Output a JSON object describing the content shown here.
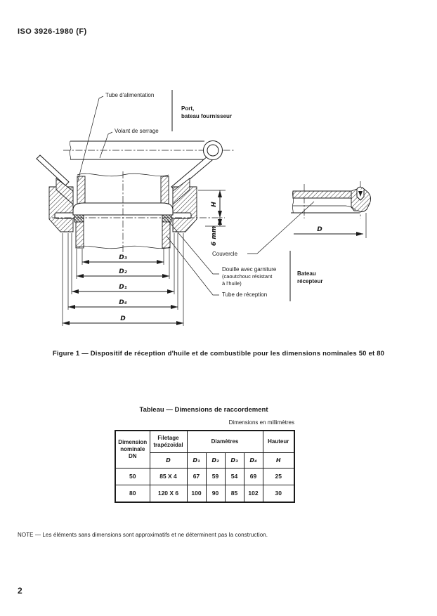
{
  "page": {
    "header": "ISO 3926-1980 (F)",
    "page_number": "2",
    "note": "NOTE — Les éléments sans dimensions sont approximatifs et ne déterminent pas la construction."
  },
  "colors": {
    "ink": "#1a1a1a",
    "paper": "#ffffff"
  },
  "figure": {
    "caption": "Figure 1 — Dispositif de réception d'huile et de combustible pour les dimensions nominales 50 et 80",
    "labels": {
      "tube_alimentation": "Tube d'alimentation",
      "volant_de_serrage": "Volant de serrage",
      "port_line1": "Port,",
      "port_line2": "bateau fournisseur",
      "couvercle": "Couvercle",
      "douille_line1": "Douille avec garniture",
      "douille_line2": "(caoutchouc résistant",
      "douille_line3": "à l'huile)",
      "tube_reception": "Tube de réception",
      "bateau_line1": "Bateau",
      "bateau_line2": "récepteur"
    },
    "dims": {
      "d3": "D₃",
      "d2": "D₂",
      "d1": "D₁",
      "d4": "D₄",
      "d": "D",
      "h": "H",
      "six_mm": "6 mm",
      "d_detail": "D"
    }
  },
  "table": {
    "title": "Tableau — Dimensions de raccordement",
    "units": "Dimensions en millimètres",
    "headers": {
      "dn_line1": "Dimension",
      "dn_line2": "nominale",
      "dn_line3": "DN",
      "filetage_line1": "Filetage",
      "filetage_line2": "trapézoïdal",
      "filetage_sub": "D",
      "diametres": "Diamètres",
      "d1": "D₁",
      "d2": "D₂",
      "d3": "D₃",
      "d4": "D₄",
      "hauteur": "Hauteur",
      "hauteur_sub": "H"
    },
    "rows": [
      {
        "dn": "50",
        "filetage": "85 X 4",
        "d1": "67",
        "d2": "59",
        "d3": "54",
        "d4": "69",
        "h": "25"
      },
      {
        "dn": "80",
        "filetage": "120 X 6",
        "d1": "100",
        "d2": "90",
        "d3": "85",
        "d4": "102",
        "h": "30"
      }
    ]
  }
}
